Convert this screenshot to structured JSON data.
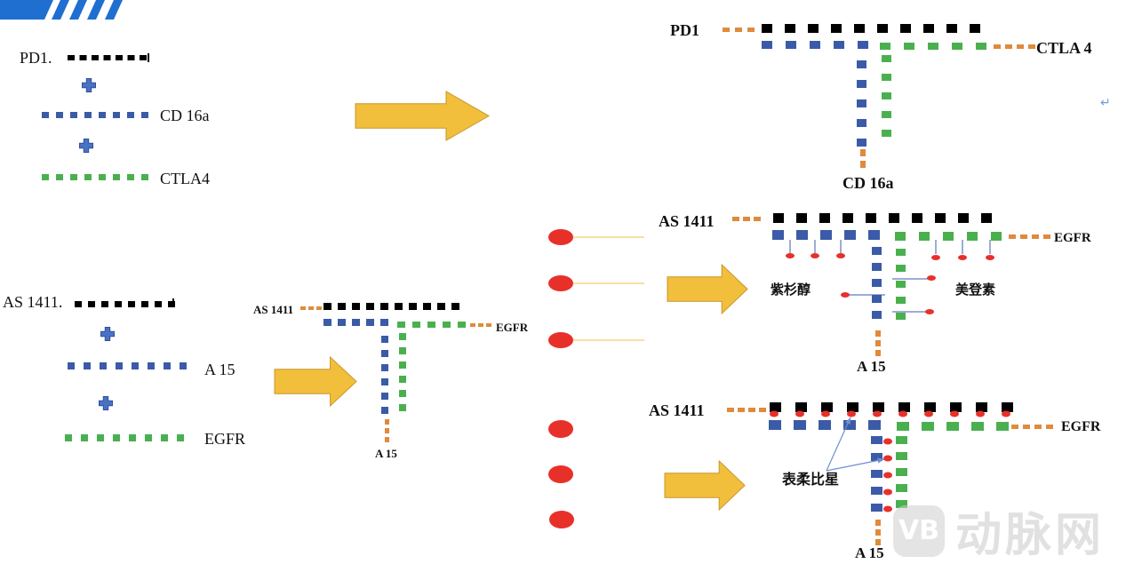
{
  "colors": {
    "black": "#000000",
    "blue": "#3b5ba8",
    "green": "#4ab04f",
    "orange": "#e08a3c",
    "red": "#e8302a",
    "yellow_arrow": "#f2bf3d",
    "plus_blue": "#4a72c4",
    "header_stripe": "#1f6fd0"
  },
  "panel1": {
    "pd1": "PD1.",
    "cd16a": "CD 16a",
    "ctla4": "CTLA4",
    "result": {
      "pd1": "PD1",
      "ctla4": "CTLA 4",
      "cd16a": "CD 16a"
    }
  },
  "panel2": {
    "as1411": "AS 1411.",
    "a15": "A 15",
    "egfr": "EGFR",
    "mid": {
      "as1411": "AS 1411",
      "egfr": "EGFR",
      "a15": "A 15"
    },
    "top": {
      "as1411": "AS 1411",
      "egfr": "EGFR",
      "a15": "A 15",
      "drug_left": "紫杉醇",
      "drug_right": "美登素"
    },
    "bottom": {
      "as1411": "AS 1411",
      "egfr": "EGFR",
      "a15": "A 15",
      "drug": "表柔比星"
    }
  },
  "watermark": {
    "logo": "VB",
    "text": "动脉网"
  },
  "return_mark": "↵"
}
